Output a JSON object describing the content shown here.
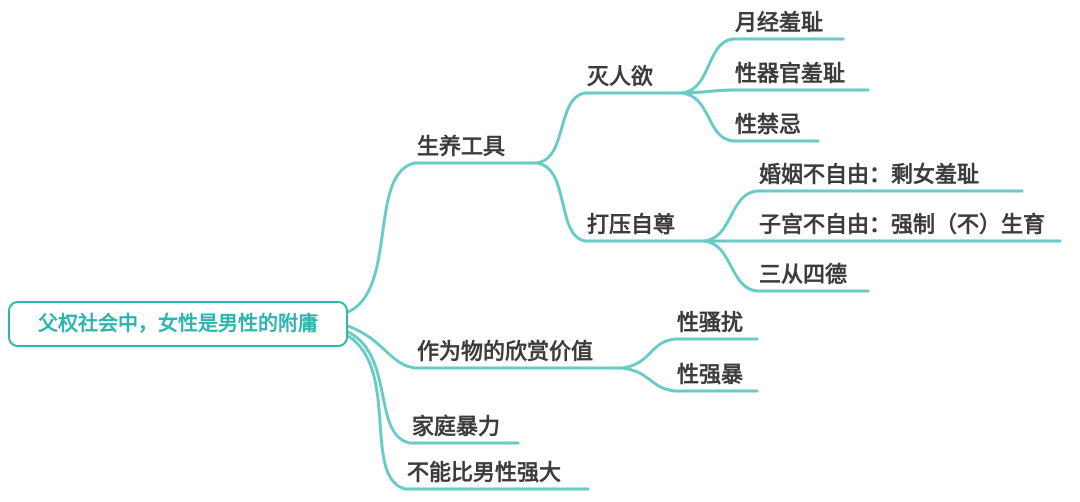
{
  "colors": {
    "branch_line": "#68cbc6",
    "root_accent": "#2fb5af",
    "node_text": "#3c3c3c",
    "background": "#ffffff"
  },
  "mindmap": {
    "root": {
      "label": "父权社会中，女性是男性的附庸"
    },
    "branches": [
      {
        "label": "生养工具",
        "children": [
          {
            "label": "灭人欲",
            "children": [
              {
                "label": "月经羞耻"
              },
              {
                "label": "性器官羞耻"
              },
              {
                "label": "性禁忌"
              }
            ]
          },
          {
            "label": "打压自尊",
            "children": [
              {
                "label": "婚姻不自由：剩女羞耻"
              },
              {
                "label": "子宫不自由：强制（不）生育"
              },
              {
                "label": "三从四德"
              }
            ]
          }
        ]
      },
      {
        "label": "作为物的欣赏价值",
        "children": [
          {
            "label": "性骚扰"
          },
          {
            "label": "性强暴"
          }
        ]
      },
      {
        "label": "家庭暴力",
        "children": []
      },
      {
        "label": "不能比男性强大",
        "children": []
      }
    ]
  }
}
